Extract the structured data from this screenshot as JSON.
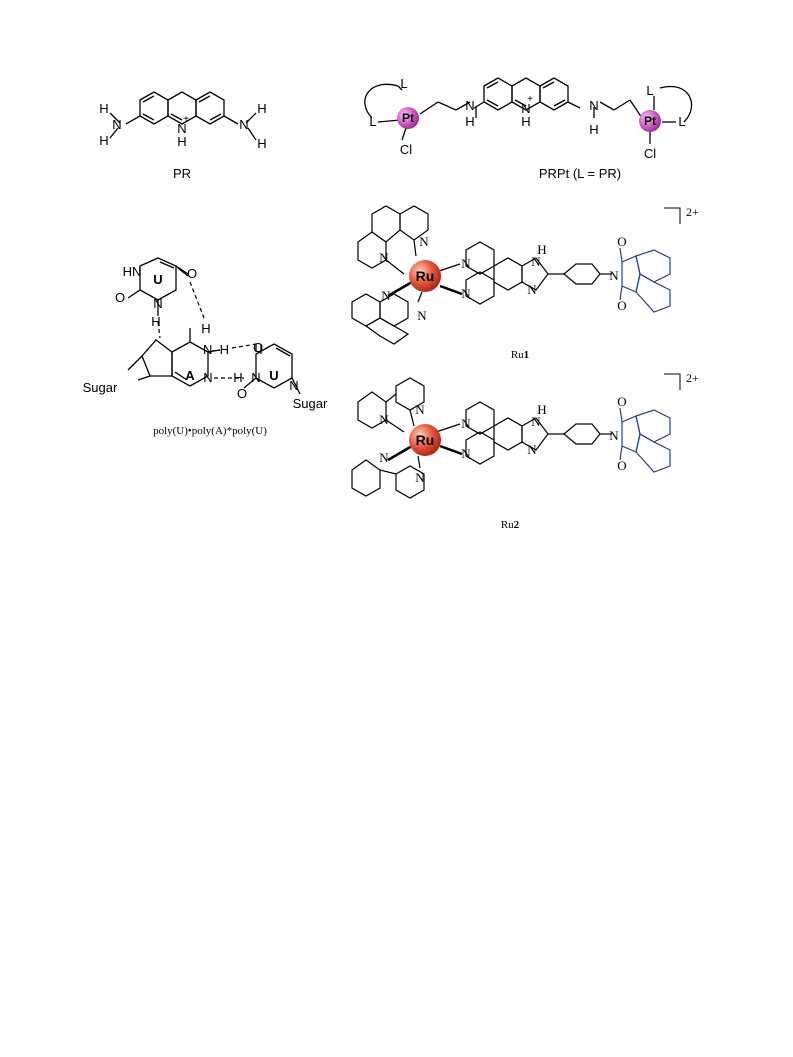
{
  "pr": {
    "caption": "PR",
    "atoms": {
      "n_left": "N",
      "h_left_top": "H",
      "h_left_bottom": "H",
      "n_center": "N",
      "h_center": "H",
      "charge": "+",
      "n_right": "N",
      "h_right_top": "H",
      "h_right_bottom": "H"
    }
  },
  "prpt": {
    "caption": "PRPt (L = PR)",
    "atoms": {
      "pt": "Pt",
      "l": "L",
      "cl": "Cl",
      "n": "N",
      "h": "H",
      "charge": "+"
    }
  },
  "poly": {
    "caption": "poly(U)•poly(A)*poly(U)",
    "atoms": {
      "u": "U",
      "a": "A",
      "hn": "HN",
      "n": "N",
      "o": "O",
      "h": "H",
      "nh": "N–H",
      "sugar": "Sugar"
    }
  },
  "ru1": {
    "caption_prefix": "Ru",
    "caption_number": "1",
    "charge": "2+",
    "atoms": {
      "ru": "Ru",
      "n": "N",
      "h": "H",
      "o": "O"
    }
  },
  "ru2": {
    "caption_prefix": "Ru",
    "caption_number": "2",
    "charge": "2+",
    "atoms": {
      "ru": "Ru",
      "n": "N",
      "h": "H",
      "o": "O"
    }
  },
  "colors": {
    "pt_sphere": "#d25fc8",
    "ru_sphere": "#e4553a",
    "naphthalimide": "#2a3a9a",
    "bond": "#000000"
  }
}
